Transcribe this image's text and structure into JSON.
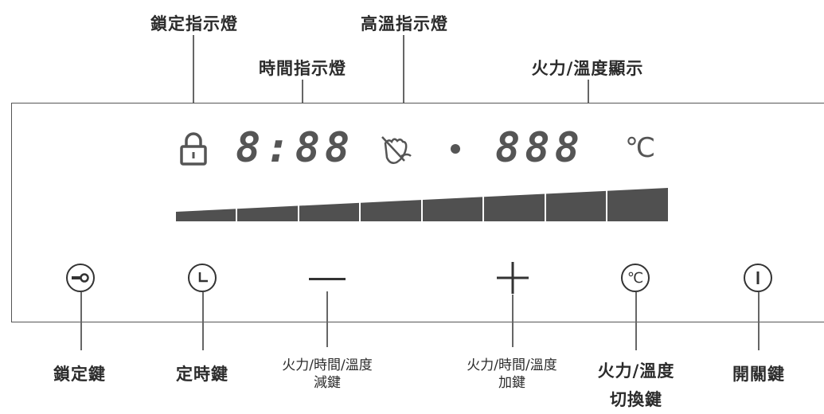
{
  "top_labels": {
    "lock_indicator": "鎖定指示燈",
    "time_indicator": "時間指示燈",
    "high_temp_indicator": "高溫指示燈",
    "power_temp_display": "火力/溫度顯示"
  },
  "display": {
    "time_digits": "8:88",
    "power_digits": "888",
    "temp_unit": "℃"
  },
  "bottom_labels": {
    "lock_key": "鎖定鍵",
    "timer_key": "定時鍵",
    "decrease_key_line1": "火力/時間/溫度",
    "decrease_key_line2": "減鍵",
    "increase_key_line1": "火力/時間/溫度",
    "increase_key_line2": "加鍵",
    "switch_key_line1": "火力/溫度",
    "switch_key_line2": "切換鍵",
    "power_key": "開關鍵"
  },
  "icons": {
    "lock_indicator": "padlock-icon",
    "high_temp_indicator": "hot-hand-icon",
    "lock_key": "key-icon",
    "timer_key": "clock-icon",
    "decrease_key": "minus-icon",
    "increase_key": "plus-icon",
    "switch_key": "celsius-icon",
    "power_key": "power-icon"
  },
  "power_level_bar": {
    "segments": 8
  }
}
